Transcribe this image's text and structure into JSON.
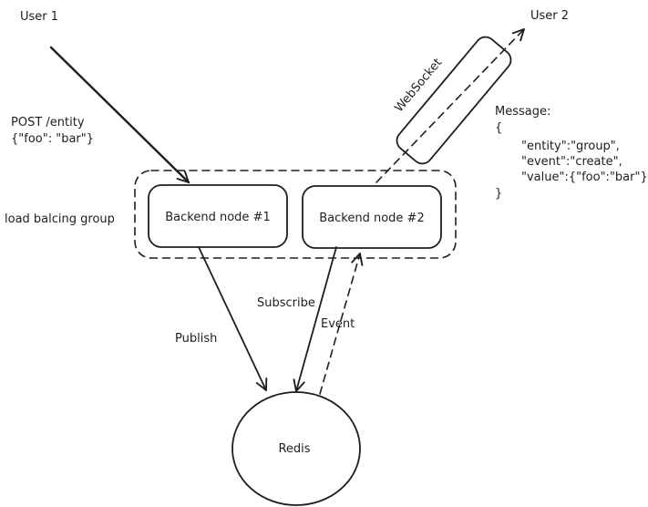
{
  "actors": {
    "user1": "User 1",
    "user2": "User 2"
  },
  "request": {
    "line1": "POST /entity",
    "line2": "{\"foo\": \"bar\"}"
  },
  "group": {
    "label": "load balcing group"
  },
  "nodes": {
    "backend1": "Backend node #1",
    "backend2": "Backend node #2",
    "redis": "Redis"
  },
  "connections": {
    "websocket": "WebSocket",
    "publish": "Publish",
    "subscribe": "Subscribe",
    "event": "Event"
  },
  "message": {
    "title": "Message:",
    "open": "{",
    "lines": [
      "\"entity\":\"group\",",
      "\"event\":\"create\",",
      "\"value\":{\"foo\":\"bar\"}"
    ],
    "close": "}"
  },
  "colors": {
    "ink": "#1e1e1e",
    "background": "#ffffff"
  }
}
